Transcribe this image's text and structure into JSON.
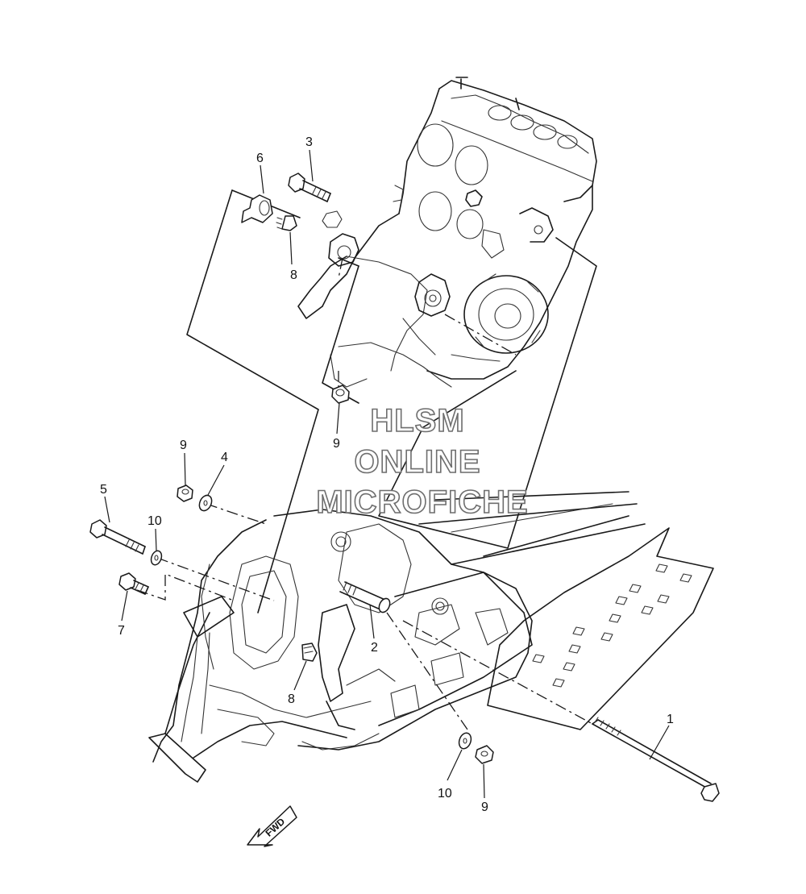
{
  "watermark": {
    "line1": "HLSM",
    "line2": "ONLINE",
    "line3": "MICROFICHE"
  },
  "direction_arrow_label": "FWD",
  "callouts": {
    "c1": "1",
    "c2": "2",
    "c3": "3",
    "c4": "4",
    "c5": "5",
    "c6": "6",
    "c7": "7",
    "c8_upper": "8",
    "c8_lower": "8",
    "c9_upper_mid": "9",
    "c9_left": "9",
    "c9_lower_right": "9",
    "c10_left": "10",
    "c10_lower_right": "10"
  },
  "colors": {
    "line": "#1a1a1a",
    "background": "#ffffff",
    "watermark_outline": "#6e6e6e"
  }
}
